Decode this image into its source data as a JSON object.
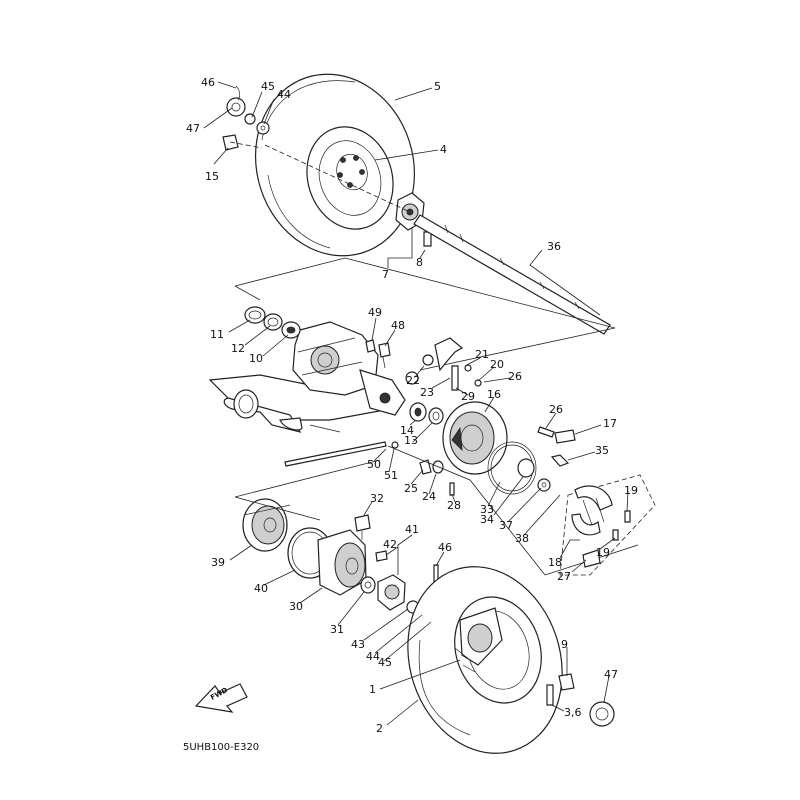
{
  "diagram": {
    "caption": "5UHB100-E320",
    "direction_label": "FWD",
    "callouts": [
      {
        "id": "c46a",
        "text": "46"
      },
      {
        "id": "c45a",
        "text": "45"
      },
      {
        "id": "c44a",
        "text": "44"
      },
      {
        "id": "c47a",
        "text": "47"
      },
      {
        "id": "c15",
        "text": "15"
      },
      {
        "id": "c5",
        "text": "5"
      },
      {
        "id": "c4",
        "text": "4"
      },
      {
        "id": "c7",
        "text": "7"
      },
      {
        "id": "c8",
        "text": "8"
      },
      {
        "id": "c36",
        "text": "36"
      },
      {
        "id": "c11",
        "text": "11"
      },
      {
        "id": "c12",
        "text": "12"
      },
      {
        "id": "c10",
        "text": "10"
      },
      {
        "id": "c49",
        "text": "49"
      },
      {
        "id": "c48",
        "text": "48"
      },
      {
        "id": "c21",
        "text": "21"
      },
      {
        "id": "c20",
        "text": "20"
      },
      {
        "id": "c22",
        "text": "22"
      },
      {
        "id": "c23",
        "text": "23"
      },
      {
        "id": "c29",
        "text": "29"
      },
      {
        "id": "c26a",
        "text": "26"
      },
      {
        "id": "c16",
        "text": "16"
      },
      {
        "id": "c26b",
        "text": "26"
      },
      {
        "id": "c17",
        "text": "17"
      },
      {
        "id": "c14",
        "text": "14"
      },
      {
        "id": "c13",
        "text": "13"
      },
      {
        "id": "c35",
        "text": "35"
      },
      {
        "id": "c50",
        "text": "50"
      },
      {
        "id": "c51",
        "text": "51"
      },
      {
        "id": "c25",
        "text": "25"
      },
      {
        "id": "c24",
        "text": "24"
      },
      {
        "id": "c28",
        "text": "28"
      },
      {
        "id": "c33",
        "text": "33"
      },
      {
        "id": "c34",
        "text": "34"
      },
      {
        "id": "c37",
        "text": "37"
      },
      {
        "id": "c38",
        "text": "38"
      },
      {
        "id": "c19a",
        "text": "19"
      },
      {
        "id": "c19b",
        "text": "19"
      },
      {
        "id": "c18",
        "text": "18"
      },
      {
        "id": "c27",
        "text": "27"
      },
      {
        "id": "c32",
        "text": "32"
      },
      {
        "id": "c41",
        "text": "41"
      },
      {
        "id": "c42",
        "text": "42"
      },
      {
        "id": "c46b",
        "text": "46"
      },
      {
        "id": "c39",
        "text": "39"
      },
      {
        "id": "c40",
        "text": "40"
      },
      {
        "id": "c30",
        "text": "30"
      },
      {
        "id": "c31",
        "text": "31"
      },
      {
        "id": "c43",
        "text": "43"
      },
      {
        "id": "c44b",
        "text": "44"
      },
      {
        "id": "c45b",
        "text": "45"
      },
      {
        "id": "c9",
        "text": "9"
      },
      {
        "id": "c47b",
        "text": "47"
      },
      {
        "id": "c1",
        "text": "1"
      },
      {
        "id": "c36b",
        "text": "3,6"
      },
      {
        "id": "c2",
        "text": "2"
      }
    ]
  }
}
